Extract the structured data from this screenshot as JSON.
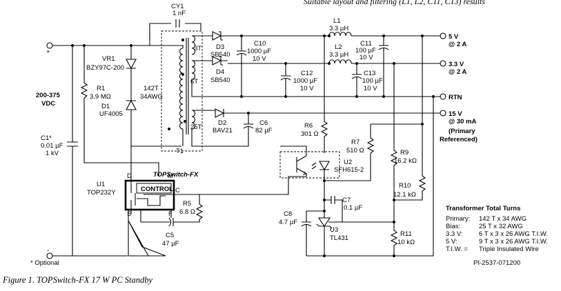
{
  "header_fragment": "Suitable layout and filtering (L1, L2, C11, C13) results",
  "input": {
    "plus": "+",
    "minus": "-",
    "voltage": "200-375",
    "unit": "VDC"
  },
  "components": {
    "cy1": {
      "ref": "CY1",
      "value": "1 nF"
    },
    "vr1": {
      "ref": "VR1",
      "value": "BZY97C-200"
    },
    "r1": {
      "ref": "R1",
      "value": "3.9 MΩ"
    },
    "d1": {
      "ref": "D1",
      "value": "UF4005"
    },
    "c1": {
      "ref": "C1*",
      "value1": "0.01 µF",
      "value2": "1 kV"
    },
    "t1": {
      "ref": "T1",
      "primary": "142T",
      "wire": "34AWG",
      "w1": "3T",
      "w2": "6T",
      "w3": "25T"
    },
    "d3": {
      "ref": "D3",
      "value": "SB540"
    },
    "d4": {
      "ref": "D4",
      "value": "SB540"
    },
    "d2": {
      "ref": "D2",
      "value": "BAV21"
    },
    "c10": {
      "ref": "C10",
      "value1": "1000 µF",
      "value2": "10 V"
    },
    "c12": {
      "ref": "C12",
      "value1": "1000 µF",
      "value2": "10 V"
    },
    "c6": {
      "ref": "C6",
      "value": "82 µF"
    },
    "l1": {
      "ref": "L1",
      "value": "3.3 µH"
    },
    "l2": {
      "ref": "L2",
      "value": "3.3 µH"
    },
    "c11": {
      "ref": "C11",
      "value1": "100 µF",
      "value2": "10 V"
    },
    "c13": {
      "ref": "C13",
      "value1": "100 µF",
      "value2": "10 V"
    },
    "r6": {
      "ref": "R6",
      "value": "301 Ω"
    },
    "r7": {
      "ref": "R7",
      "value": "510 Ω"
    },
    "u2": {
      "ref": "U2",
      "value": "SFH615-2"
    },
    "r9": {
      "ref": "R9",
      "value": "16.2 kΩ"
    },
    "r10": {
      "ref": "R10",
      "value": "12.1 kΩ"
    },
    "c7": {
      "ref": "C7",
      "value": "0.1 µF"
    },
    "c8": {
      "ref": "C8",
      "value": "4.7 µF"
    },
    "u3": {
      "ref": "U3",
      "value": "TL431"
    },
    "r11": {
      "ref": "R11",
      "value": "10 kΩ"
    },
    "u1": {
      "ref": "U1",
      "value": "TOP232Y",
      "family": "TOPSwitch-FX",
      "control": "CONTROL",
      "pin_d": "D",
      "pin_m": "M",
      "pin_c": "C",
      "pin_s": "S",
      "pin_f": "F"
    },
    "r5": {
      "ref": "R5",
      "value": "6.8 Ω"
    },
    "c5": {
      "ref": "C5",
      "value": "47 µF"
    }
  },
  "outputs": {
    "o5v": {
      "v": "5 V",
      "i": "@ 2 A"
    },
    "o33v": {
      "v": "3.3 V",
      "i": "@ 2 A"
    },
    "rtn": {
      "v": "RTN"
    },
    "o15v": {
      "v": "15 V",
      "i": "@ 30 mA",
      "note1": "(Primary",
      "note2": "Referenced)"
    }
  },
  "turns_table": {
    "title": "Transformer Total Turns",
    "rows": [
      {
        "k": "Primary:",
        "v": "142 T x 34 AWG"
      },
      {
        "k": "Bias:",
        "v": "25 T x 32 AWG"
      },
      {
        "k": "3.3 V:",
        "v": "6 T x 3 x 26 AWG T.I.W."
      },
      {
        "k": "5 V:",
        "v": "9 T x 3 x 26 AWG T.I.W."
      },
      {
        "k": "T.I.W. =",
        "v": "Triple Insulated Wire"
      }
    ]
  },
  "optional_note": "* Optional",
  "drawing_id": "PI-2537-071200",
  "caption": "Figure 1. TOPSwitch-FX 17 W PC Standby"
}
